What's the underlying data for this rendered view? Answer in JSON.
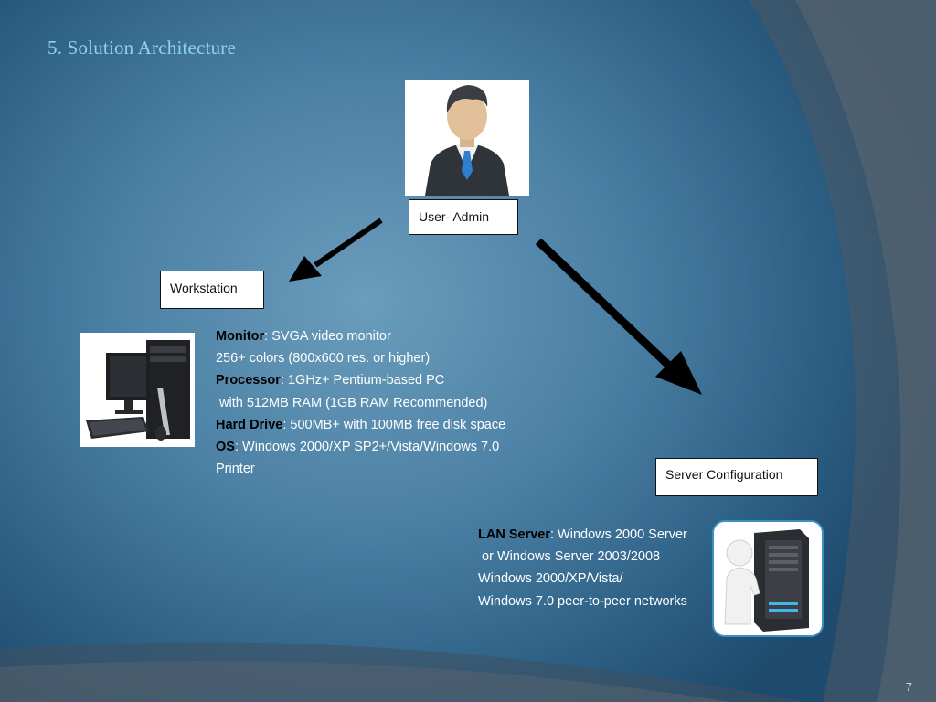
{
  "slide": {
    "title": "5. Solution Architecture",
    "page_number": "7"
  },
  "nodes": {
    "user_admin": "User- Admin",
    "workstation": "Workstation",
    "server_config": "Server Configuration"
  },
  "workstation_specs": [
    {
      "label": "Monitor",
      "text": ": SVGA video monitor"
    },
    {
      "label": "",
      "text": "256+ colors (800x600 res. or higher)"
    },
    {
      "label": "Processor",
      "text": ": 1GHz+ Pentium-based PC"
    },
    {
      "label": "",
      "text": " with 512MB RAM (1GB RAM Recommended)"
    },
    {
      "label": "Hard Drive",
      "text": ": 500MB+ with 100MB free disk space"
    },
    {
      "label": "OS",
      "text": ": Windows 2000/XP SP2+/Vista/Windows 7.0"
    },
    {
      "label": "",
      "text": "Printer"
    }
  ],
  "server_specs": [
    {
      "label": "LAN Server",
      "text": ": Windows 2000 Server"
    },
    {
      "label": "",
      "text": " or Windows Server 2003/2008"
    },
    {
      "label": "",
      "text": "Windows 2000/XP/Vista/"
    },
    {
      "label": "",
      "text": "Windows 7.0 peer-to-peer networks"
    }
  ],
  "colors": {
    "title": "#8fd3ee",
    "background": "#4a7fa4",
    "arrow": "#000000"
  }
}
